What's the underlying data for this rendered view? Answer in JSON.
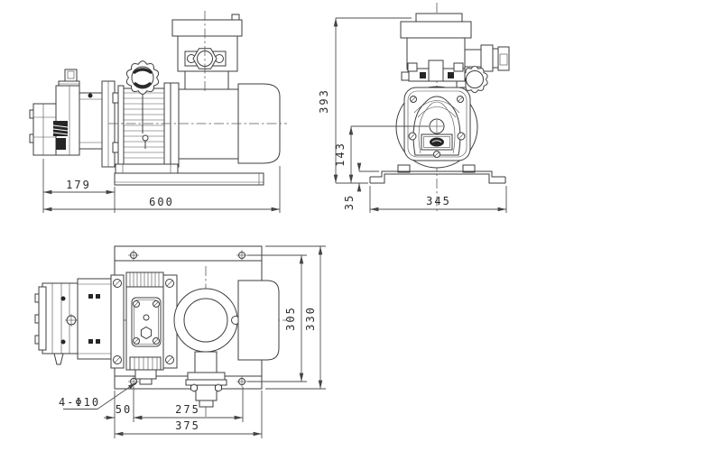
{
  "drawing": {
    "kind": "pump-motor-assembly-three-view-engineering-drawing",
    "background": "#ffffff",
    "line_color": "#3d3d3d",
    "dim_color": "#4f4f4f",
    "text_color": "#2b2b2b"
  },
  "views": {
    "side": {
      "dims": {
        "pump_length": "179",
        "total_length": "600"
      }
    },
    "front": {
      "dims": {
        "total_height": "393",
        "center_height": "143",
        "foot_height": "35",
        "base_width": "345"
      }
    },
    "top": {
      "dims": {
        "hole_span_depth": "305",
        "base_depth": "330",
        "mount_holes": "4-Φ10",
        "hole_offset": "50",
        "hole_span_length": "275",
        "base_length": "375"
      }
    }
  }
}
